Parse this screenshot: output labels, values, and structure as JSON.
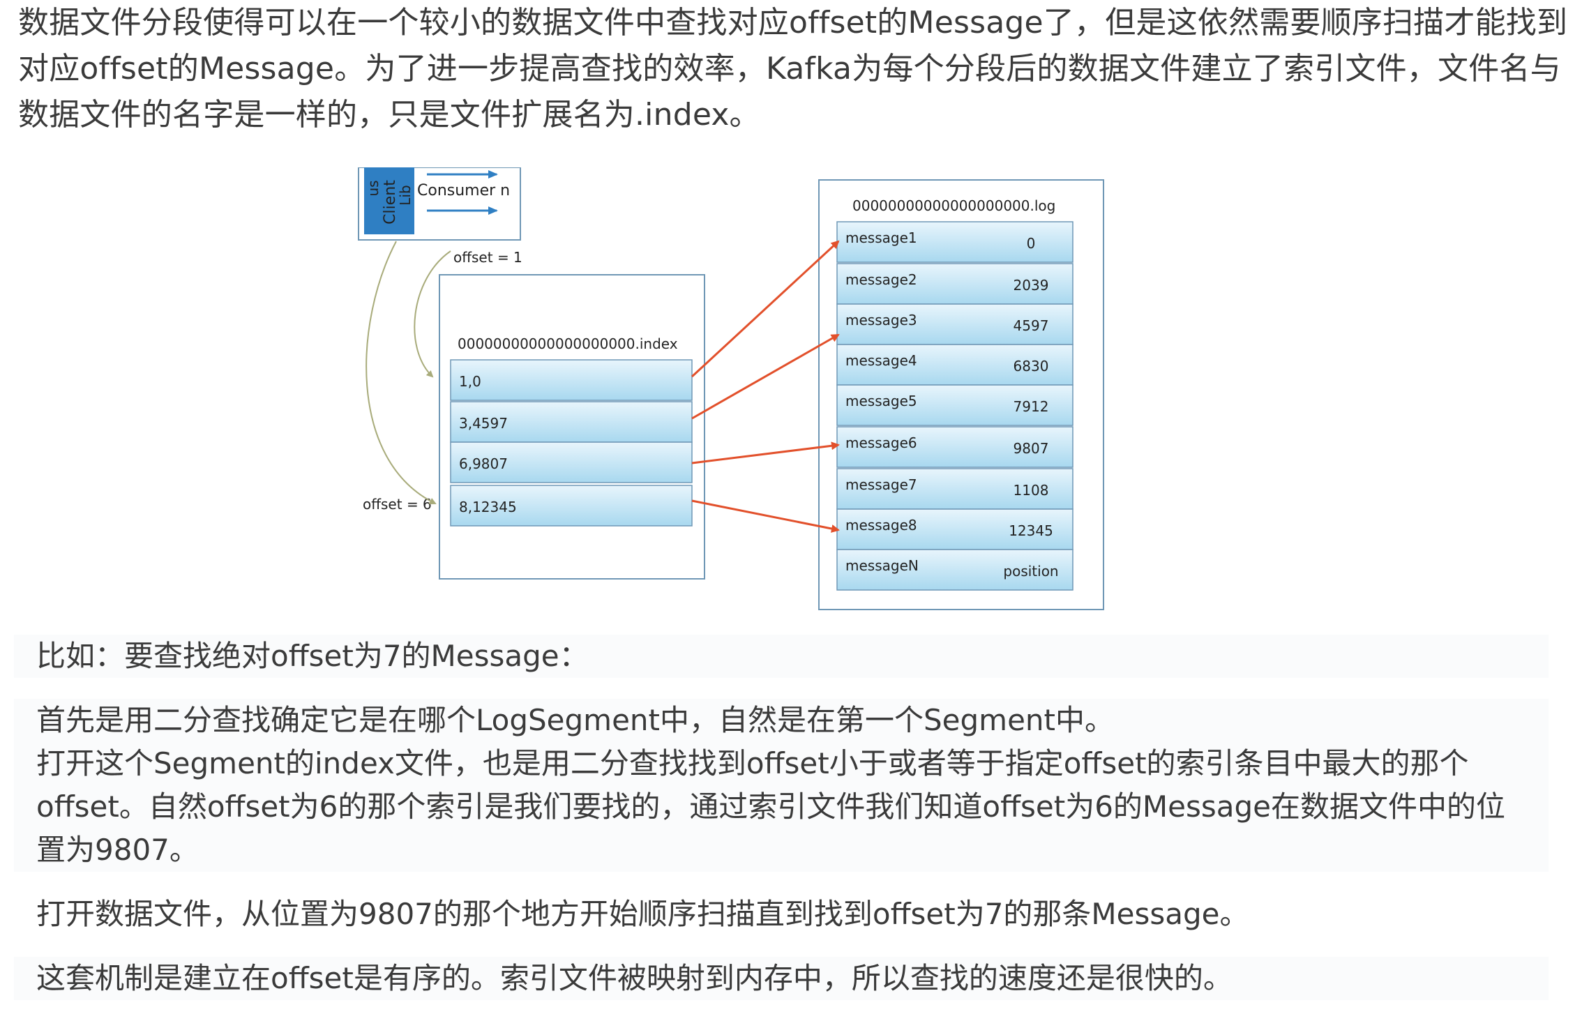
{
  "intro": {
    "line1": "数据文件分段使得可以在一个较小的数据文件中查找对应offset的Message了，但是这依然需要顺序扫描才能找到",
    "line2": "对应offset的Message。为了进一步提高查找的效率，Kafka为每个分段后的数据文件建立了索引文件，文件名与",
    "line3": "数据文件的名字是一样的，只是文件扩展名为.index。"
  },
  "diagram": {
    "consumer_label": "Consumer n",
    "client_vertical_1": "Client",
    "client_vertical_2": "Lib",
    "client_vertical_3": "us",
    "offset_top": "offset = 1",
    "offset_left": "offset = 6",
    "index_file": "00000000000000000000.index",
    "index_rows": [
      "1,0",
      "3,4597",
      "6,9807",
      "8,12345"
    ],
    "log_file": "00000000000000000000.log",
    "log_rows": [
      {
        "name": "message1",
        "pos": "0"
      },
      {
        "name": "message2",
        "pos": "2039"
      },
      {
        "name": "message3",
        "pos": "4597"
      },
      {
        "name": "message4",
        "pos": "6830"
      },
      {
        "name": "message5",
        "pos": "7912"
      },
      {
        "name": "message6",
        "pos": "9807"
      },
      {
        "name": "message7",
        "pos": "1108"
      },
      {
        "name": "message8",
        "pos": "12345"
      },
      {
        "name": "messageN",
        "pos": "position"
      }
    ],
    "colors": {
      "cell_top": "#e6f4fb",
      "cell_bottom": "#a9d9f0",
      "border": "#6f97b5",
      "arrow": "#e2502b",
      "client_blue": "#2f7fc3",
      "curve": "#a8ab7a"
    }
  },
  "body": {
    "p1": "比如：要查找绝对offset为7的Message：",
    "p2a": "首先是用二分查找确定它是在哪个LogSegment中，自然是在第一个Segment中。",
    "p2b": "打开这个Segment的index文件，也是用二分查找找到offset小于或者等于指定offset的索引条目中最大的那个",
    "p2c": "offset。自然offset为6的那个索引是我们要找的，通过索引文件我们知道offset为6的Message在数据文件中的位",
    "p2d": "置为9807。",
    "p3": "打开数据文件，从位置为9807的那个地方开始顺序扫描直到找到offset为7的那条Message。",
    "p4": "这套机制是建立在offset是有序的。索引文件被映射到内存中，所以查找的速度还是很快的。"
  }
}
